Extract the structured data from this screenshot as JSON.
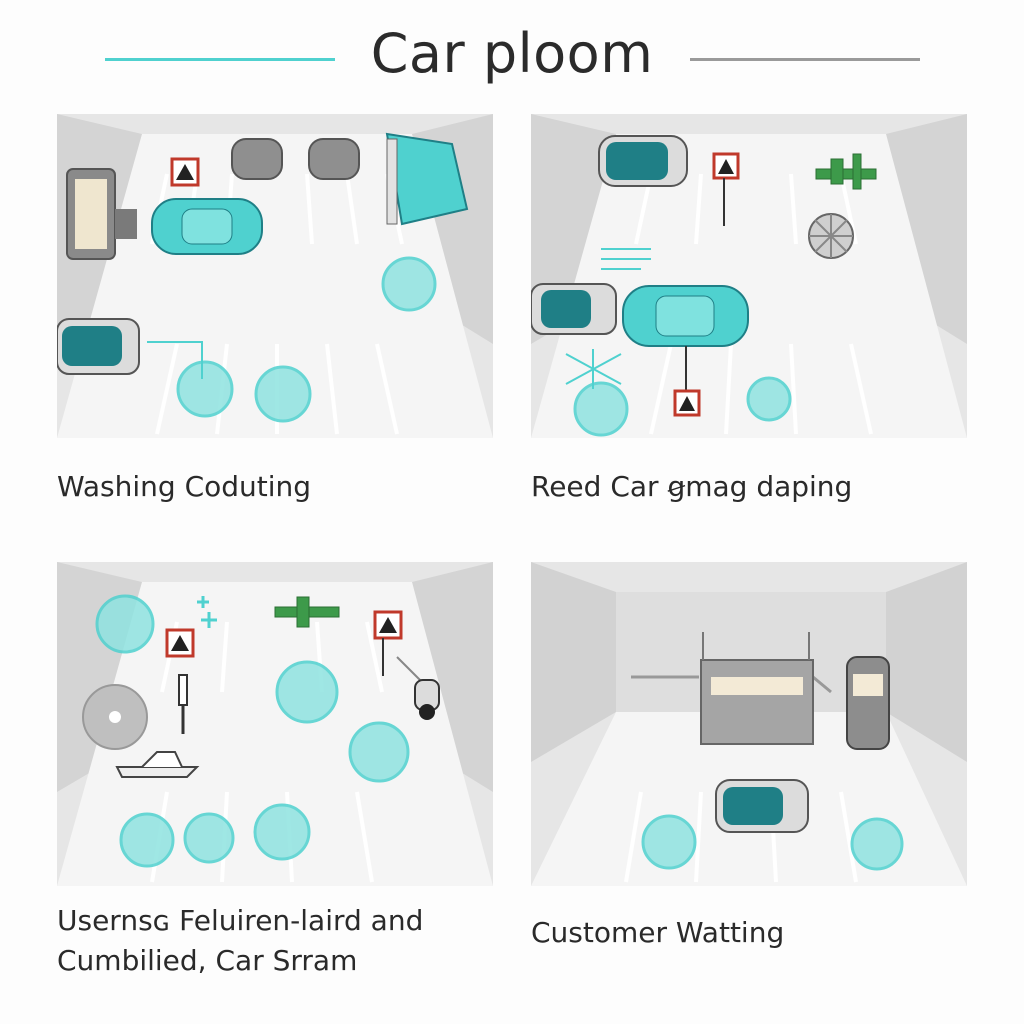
{
  "title": "Car ploom",
  "panels": [
    {
      "caption": "Washing Coduting"
    },
    {
      "caption": "Reed Car ꞡmag daping"
    },
    {
      "caption_line1": "Usernѕɢ Feluiren‐laird and",
      "caption_line2": "Cumbilied, Car Srram"
    },
    {
      "caption": "Customer Watting"
    }
  ],
  "colors": {
    "accent": "#4fd1cf",
    "teal_dark": "#1f7f86",
    "floor": "#f4f4f4",
    "wall": "#d9d9d9",
    "sign_red": "#c0392b",
    "green_machine": "#3d9a4a"
  }
}
